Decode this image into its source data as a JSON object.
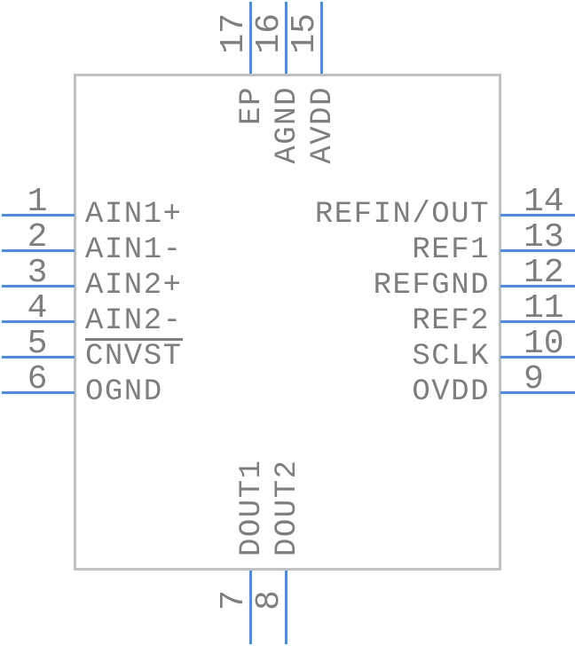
{
  "diagram": {
    "pins": {
      "left": [
        {
          "number": "1",
          "label": "AIN1+"
        },
        {
          "number": "2",
          "label": "AIN1-"
        },
        {
          "number": "3",
          "label": "AIN2+"
        },
        {
          "number": "4",
          "label": "AIN2-"
        },
        {
          "number": "5",
          "label": "CNVST",
          "active_low": true
        },
        {
          "number": "6",
          "label": "OGND"
        }
      ],
      "right": [
        {
          "number": "14",
          "label": "REFIN/OUT"
        },
        {
          "number": "13",
          "label": "REF1"
        },
        {
          "number": "12",
          "label": "REFGND"
        },
        {
          "number": "11",
          "label": "REF2"
        },
        {
          "number": "10",
          "label": "SCLK"
        },
        {
          "number": "9",
          "label": "OVDD"
        }
      ],
      "top": [
        {
          "number": "17",
          "label": "EP"
        },
        {
          "number": "16",
          "label": "AGND"
        },
        {
          "number": "15",
          "label": "AVDD"
        }
      ],
      "bottom": [
        {
          "number": "7",
          "label": "DOUT1"
        },
        {
          "number": "8",
          "label": "DOUT2"
        }
      ]
    },
    "colors": {
      "pin_line": "#4a8cf5",
      "text": "#7e7e7e",
      "body_border": "#c1c1c1",
      "body_fill": "#ffffff",
      "background": "#ffffff"
    }
  }
}
